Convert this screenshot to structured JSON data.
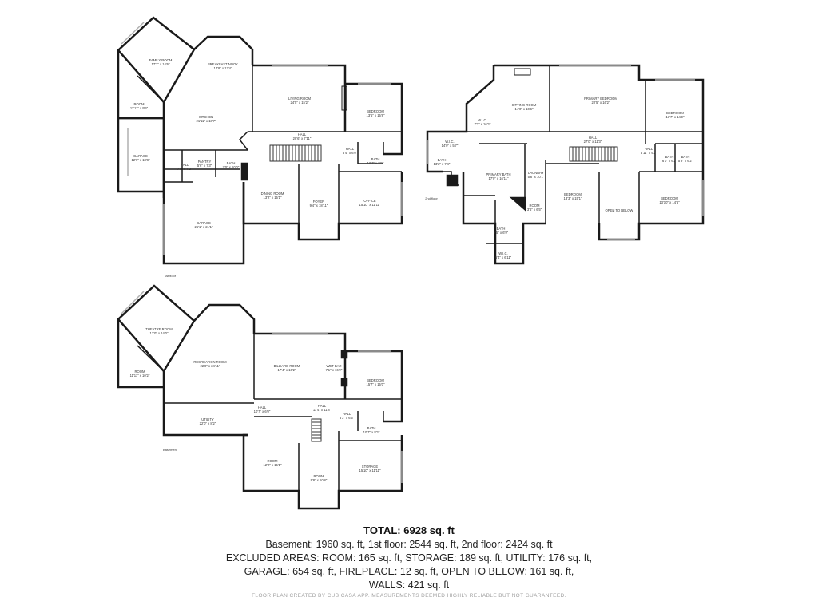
{
  "floors": {
    "first": {
      "label": "1st floor",
      "rooms": [
        {
          "id": "family-room",
          "name": "FAMILY ROOM",
          "dims": "17'2\" x 14'6\""
        },
        {
          "id": "breakfast-nook",
          "name": "BREAKFAST NOOK",
          "dims": "14'8\" x 12'4\""
        },
        {
          "id": "room",
          "name": "ROOM",
          "dims": "11'11\" x 9'5\""
        },
        {
          "id": "living-room",
          "name": "LIVING ROOM",
          "dims": "24'5\" x 15'2\""
        },
        {
          "id": "bedroom",
          "name": "BEDROOM",
          "dims": "13'5\" x 15'8\""
        },
        {
          "id": "kitchen",
          "name": "KITCHEN",
          "dims": "21'11\" x 18'7\""
        },
        {
          "id": "garage-small",
          "name": "GARAGE",
          "dims": "12'0\" x 18'8\""
        },
        {
          "id": "hall-center",
          "name": "HALL",
          "dims": "28'6\" x 7'11\""
        },
        {
          "id": "hall-right",
          "name": "HALL",
          "dims": "5'4\" x 6'0\""
        },
        {
          "id": "hall-left",
          "name": "HALL",
          "dims": "7'0\" x 7'2\""
        },
        {
          "id": "pantry",
          "name": "PANTRY",
          "dims": "5'6\" x 7'3\""
        },
        {
          "id": "bath-left",
          "name": "BATH",
          "dims": "7'0\" x 10'0\""
        },
        {
          "id": "bath-right",
          "name": "BATH",
          "dims": "10'7\" x 8'2\""
        },
        {
          "id": "dining-room",
          "name": "DINING ROOM",
          "dims": "13'2\" x 15'1\""
        },
        {
          "id": "foyer",
          "name": "FOYER",
          "dims": "9'4\" x 18'11\""
        },
        {
          "id": "office",
          "name": "OFFICE",
          "dims": "15'10\" x 11'11\""
        },
        {
          "id": "garage-large",
          "name": "GARAGE",
          "dims": "25'1\" x 21'1\""
        }
      ]
    },
    "second": {
      "label": "2nd floor",
      "rooms": [
        {
          "id": "sitting-room",
          "name": "SITTING ROOM",
          "dims": "14'0\" x 10'6\""
        },
        {
          "id": "primary-bedroom",
          "name": "PRIMARY BEDROOM",
          "dims": "22'5\" x 16'2\""
        },
        {
          "id": "bedroom-a",
          "name": "BEDROOM",
          "dims": "13'7\" x 14'9\""
        },
        {
          "id": "wic-a",
          "name": "W.I.C.",
          "dims": "7'2\" x 16'2\""
        },
        {
          "id": "wic-b",
          "name": "W.I.C.",
          "dims": "14'0\" x 5'7\""
        },
        {
          "id": "hall",
          "name": "HALL",
          "dims": "27'0\" x 11'3\""
        },
        {
          "id": "hall-small",
          "name": "HALL",
          "dims": "6'11\" x 9'2\""
        },
        {
          "id": "bath-a",
          "name": "BATH",
          "dims": "13'2\" x 7'4\""
        },
        {
          "id": "primary-bath",
          "name": "PRIMARY BATH",
          "dims": "17'0\" x 16'11\""
        },
        {
          "id": "laundry",
          "name": "LAUNDRY",
          "dims": "5'6\" x 10'1\""
        },
        {
          "id": "bath-b",
          "name": "BATH",
          "dims": "6'0\" x 6'2\""
        },
        {
          "id": "bath-c",
          "name": "BATH",
          "dims": "5'9\" x 6'2\""
        },
        {
          "id": "bedroom-b",
          "name": "BEDROOM",
          "dims": "13'3\" x 15'1\""
        },
        {
          "id": "room",
          "name": "ROOM",
          "dims": "3'6\" x 6'5\""
        },
        {
          "id": "open-to-below",
          "name": "OPEN TO BELOW",
          "dims": ""
        },
        {
          "id": "bedroom-c",
          "name": "BEDROOM",
          "dims": "13'10\" x 14'6\""
        },
        {
          "id": "bath-d",
          "name": "BATH",
          "dims": "9'5\" x 6'9\""
        },
        {
          "id": "wic-c",
          "name": "W.I.C.",
          "dims": "6'4\" x 6'11\""
        }
      ]
    },
    "basement": {
      "label": "Basement",
      "rooms": [
        {
          "id": "theatre-room",
          "name": "THEATRE ROOM",
          "dims": "17'0\" x 14'0\""
        },
        {
          "id": "recreation-room",
          "name": "RECREATION ROOM",
          "dims": "22'9\" x 24'11\""
        },
        {
          "id": "room-a",
          "name": "ROOM",
          "dims": "11'11\" x 10'2\""
        },
        {
          "id": "billiard-room",
          "name": "BILLIARD ROOM",
          "dims": "17'4\" x 16'2\""
        },
        {
          "id": "wet-bar",
          "name": "WET BAR",
          "dims": "7'1\" x 16'2\""
        },
        {
          "id": "bedroom",
          "name": "BEDROOM",
          "dims": "15'7\" x 15'0\""
        },
        {
          "id": "hall-a",
          "name": "HALL",
          "dims": "10'7\" x 6'0\""
        },
        {
          "id": "hall-b",
          "name": "HALL",
          "dims": "11'4\" x 11'8\""
        },
        {
          "id": "hall-c",
          "name": "HALL",
          "dims": "5'3\" x 6'5\""
        },
        {
          "id": "bath",
          "name": "BATH",
          "dims": "10'7\" x 8'2\""
        },
        {
          "id": "utility",
          "name": "UTILITY",
          "dims": "22'0\" x 8'2\""
        },
        {
          "id": "room-b",
          "name": "ROOM",
          "dims": "12'2\" x 15'1\""
        },
        {
          "id": "room-c",
          "name": "ROOM",
          "dims": "9'8\" x 10'8\""
        },
        {
          "id": "storage",
          "name": "STORAGE",
          "dims": "15'10\" x 11'11\""
        }
      ]
    }
  },
  "summary": {
    "total": "TOTAL: 6928 sq. ft",
    "line1": "Basement: 1960 sq. ft, 1st floor: 2544 sq. ft, 2nd floor: 2424 sq. ft",
    "line2": "EXCLUDED AREAS: ROOM: 165 sq. ft, STORAGE: 189 sq. ft, UTILITY: 176 sq. ft,",
    "line3": "GARAGE: 654 sq. ft, FIREPLACE: 12 sq. ft, OPEN TO BELOW: 161 sq. ft,",
    "line4": "WALLS: 421 sq. ft"
  },
  "footer": "FLOOR PLAN CREATED BY CUBICASA APP. MEASUREMENTS DEEMED HIGHLY RELIABLE BUT NOT GUARANTEED.",
  "colors": {
    "wall": "#1a1a1a",
    "window": "#9a9a9a",
    "label": "#333333",
    "footer": "#a0a0a0"
  }
}
